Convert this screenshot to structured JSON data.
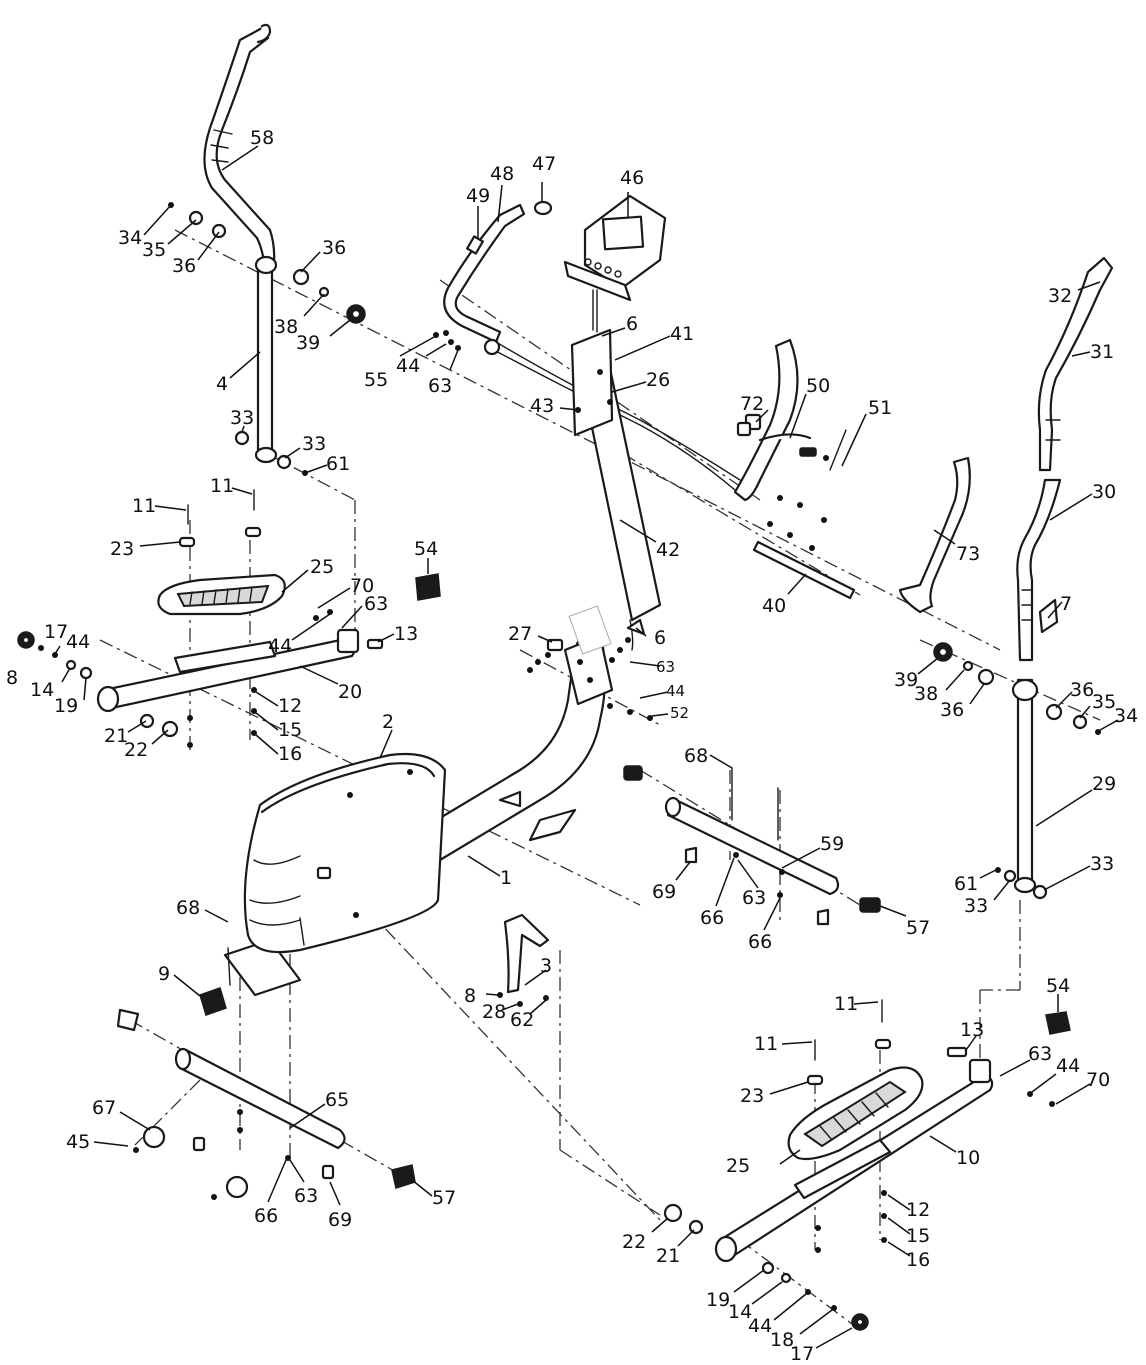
{
  "diagram": {
    "callouts": [
      "58",
      "34",
      "35",
      "36",
      "36",
      "38",
      "39",
      "4",
      "33",
      "33",
      "61",
      "11",
      "11",
      "23",
      "25",
      "54",
      "70",
      "63",
      "44",
      "13",
      "17",
      "44",
      "8",
      "14",
      "19",
      "20",
      "21",
      "22",
      "12",
      "15",
      "16",
      "2",
      "1",
      "68",
      "9",
      "67",
      "45",
      "65",
      "66",
      "63",
      "69",
      "57",
      "48",
      "47",
      "49",
      "46",
      "6",
      "41",
      "26",
      "43",
      "55",
      "44",
      "63",
      "42",
      "27",
      "6",
      "63",
      "44",
      "52",
      "72",
      "50",
      "51",
      "73",
      "40",
      "3",
      "8",
      "28",
      "62",
      "68",
      "59",
      "69",
      "66",
      "63",
      "66",
      "57",
      "32",
      "31",
      "30",
      "7",
      "39",
      "38",
      "36",
      "36",
      "35",
      "34",
      "29",
      "61",
      "33",
      "33",
      "11",
      "11",
      "23",
      "25",
      "54",
      "13",
      "63",
      "44",
      "70",
      "10",
      "22",
      "21",
      "12",
      "15",
      "16",
      "19",
      "14",
      "44",
      "18",
      "17"
    ]
  }
}
